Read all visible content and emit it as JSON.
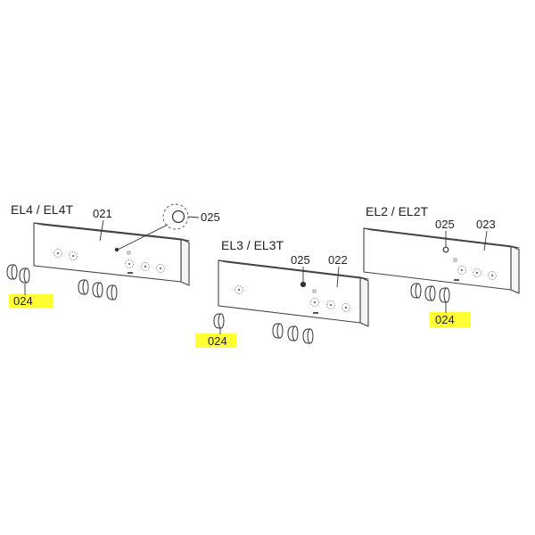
{
  "models": {
    "el4": "EL4 / EL4T",
    "el3": "EL3 / EL3T",
    "el2": "EL2 / EL2T"
  },
  "parts": {
    "p021": "021",
    "p022": "022",
    "p023": "023",
    "p025": "025",
    "p024": "024"
  },
  "colors": {
    "highlight": "#ffff33",
    "line": "#444444"
  }
}
